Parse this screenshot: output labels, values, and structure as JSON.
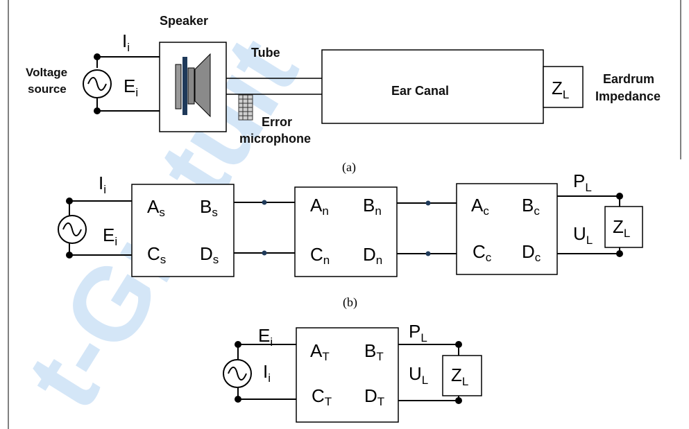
{
  "watermark": "t-Gratuit",
  "colors": {
    "watermark": "#1a78d6",
    "line": "#000000"
  },
  "panel_a": {
    "caption": "(a)",
    "current": "I",
    "current_sub": "i",
    "emf": "E",
    "emf_sub": "i",
    "voltage_source": [
      "Voltage",
      "source"
    ],
    "speaker": "Speaker",
    "tube": "Tube",
    "error_mic": [
      "Error",
      "microphone"
    ],
    "ear_canal": "Ear Canal",
    "load": "Z",
    "load_sub": "L",
    "eardrum": [
      "Eardrum",
      "Impedance"
    ]
  },
  "panel_b": {
    "caption": "(b)",
    "current": "I",
    "current_sub": "i",
    "emf": "E",
    "emf_sub": "i",
    "speaker_block": {
      "A": "A",
      "A_sub": "s",
      "B": "B",
      "B_sub": "s",
      "C": "C",
      "C_sub": "s",
      "D": "D",
      "D_sub": "s"
    },
    "tube_block": {
      "A": "A",
      "A_sub": "n",
      "B": "B",
      "B_sub": "n",
      "C": "C",
      "C_sub": "n",
      "D": "D",
      "D_sub": "n"
    },
    "canal_block": {
      "A": "A",
      "A_sub": "c",
      "B": "B",
      "B_sub": "c",
      "C": "C",
      "C_sub": "c",
      "D": "D",
      "D_sub": "c"
    },
    "pressure": "P",
    "pressure_sub": "L",
    "velocity": "U",
    "velocity_sub": "L",
    "load": "Z",
    "load_sub": "L"
  },
  "panel_c": {
    "emf": "E",
    "emf_sub": "i",
    "current": "I",
    "current_sub": "i",
    "total_block": {
      "A": "A",
      "A_sub": "T",
      "B": "B",
      "B_sub": "T",
      "C": "C",
      "C_sub": "T",
      "D": "D",
      "D_sub": "T"
    },
    "pressure": "P",
    "pressure_sub": "L",
    "velocity": "U",
    "velocity_sub": "L",
    "load": "Z",
    "load_sub": "L"
  }
}
